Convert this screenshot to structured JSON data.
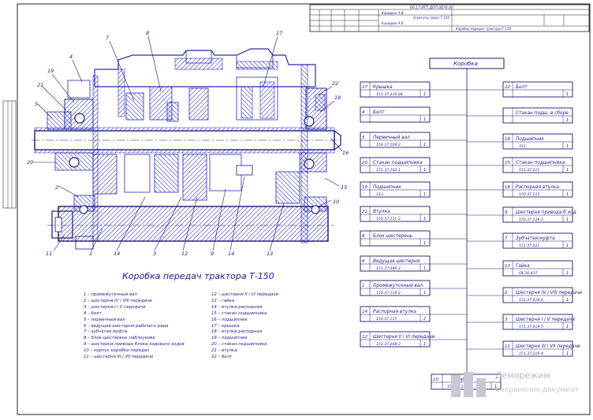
{
  "title_block": {
    "code": "06.17.ИТТ.ДПП.0076.00",
    "row1": "Каширин А.В.",
    "row2": "Агрегаты тракт.Т-150",
    "row3": "Коробка передач трактора Т-150"
  },
  "caption": "Коробка передач трактора Т-150",
  "callouts": [
    "7",
    "8",
    "17",
    "4",
    "19",
    "21",
    "5",
    "22",
    "18",
    "16",
    "20",
    "2",
    "15",
    "10",
    "11",
    "1",
    "14",
    "3",
    "12",
    "9",
    "14",
    "13"
  ],
  "legend_left": [
    "1 – промежуточный вал",
    "2 – шестерня IV i VIII передачи",
    "3 – шестерня I i V передачи",
    "4 – болт",
    "5 – первичный вал",
    "6 – ведущая шестерня рабочего ряда",
    "7 – зубчатая муфта",
    "8 – блок шестерень паблоукова",
    "9 – шестерня привода блока ходового ходов",
    "10 – корпус коробки передач",
    "11 – шестерня III i VII передачи"
  ],
  "legend_right": [
    "12 – шестерня II i VI передачи",
    "13 – гайка",
    "14 – втулка распорная",
    "15 – стакан подшипника",
    "16 – подшипник",
    "17 – крышка",
    "18 – втулка распорная",
    "19 – подшипник",
    "20 – стакан подшипника",
    "21 – втулка",
    "22 – болт"
  ],
  "tree": {
    "root": "Коробка",
    "left_boxes": [
      {
        "num": "17",
        "name": "Крышка",
        "code": "151.37.210.04",
        "qty": "1"
      },
      {
        "num": "4",
        "name": "Болт",
        "code": "",
        "qty": "1"
      },
      {
        "num": "5",
        "name": "Первичный вал",
        "code": "150.37.104-2",
        "qty": "1"
      },
      {
        "num": "20",
        "name": "Стакан подшипника",
        "code": "151.37.102-1",
        "qty": "1"
      },
      {
        "num": "19",
        "name": "Подшипник",
        "code": "313",
        "qty": "1"
      },
      {
        "num": "21",
        "name": "Втулка",
        "code": "150.37.111-2",
        "qty": "1"
      },
      {
        "num": "8",
        "name": "Блок шестерень",
        "code": "",
        "qty": "1"
      },
      {
        "num": "6",
        "name": "Ведущая шестерня",
        "code": "151.37.046-2",
        "qty": "1"
      },
      {
        "num": "1",
        "name": "Промежуточный вал",
        "code": "150.37.114-2",
        "qty": "1"
      },
      {
        "num": "14",
        "name": "Распорная втулка",
        "code": "150.37.115",
        "qty": "2"
      },
      {
        "num": "12",
        "name": "Шестерня II i VI передачи",
        "code": "151.37.208-3",
        "qty": "1"
      }
    ],
    "right_boxes": [
      {
        "num": "22",
        "name": "Болт",
        "code": "",
        "qty": "1"
      },
      {
        "num": "",
        "name": "Стакан подш. в сборе",
        "code": "",
        "qty": "1"
      },
      {
        "num": "16",
        "name": "Подшипник",
        "code": "311",
        "qty": "1"
      },
      {
        "num": "15",
        "name": "Стакан подшипника",
        "code": "151.37.211",
        "qty": "1"
      },
      {
        "num": "18",
        "name": "Распорная втулка",
        "code": "150.37.113",
        "qty": "1"
      },
      {
        "num": "9",
        "name": "Шестерня привода б.ход",
        "code": "150.37.129-3",
        "qty": "1"
      },
      {
        "num": "7",
        "name": "Зубчатая муфта",
        "code": "151.37.221",
        "qty": "1"
      },
      {
        "num": "13",
        "name": "Гайка",
        "code": "64.36.437",
        "qty": "1"
      },
      {
        "num": "2",
        "name": "Шестерня IV i VIII передачи",
        "code": "151.37.018-6",
        "qty": "1"
      },
      {
        "num": "3",
        "name": "Шестерня I i V передачи",
        "code": "151.37.018-5",
        "qty": "1"
      },
      {
        "num": "11",
        "name": "Шестерня III i VII передачи",
        "code": "151.37.216-4",
        "qty": "1"
      }
    ],
    "bottom_box": {
      "num": "10",
      "name": "Корпус",
      "code": "150.37.103-3",
      "qty": "1"
    }
  },
  "watermark": {
    "brand": "Деморежим",
    "sub": "Сохранение документ"
  },
  "colors": {
    "ink": "#1a1a8a",
    "steel": "#2a2ab0",
    "hatch": "#3a3ac8",
    "paper": "#ffffff",
    "frame": "#202020"
  }
}
